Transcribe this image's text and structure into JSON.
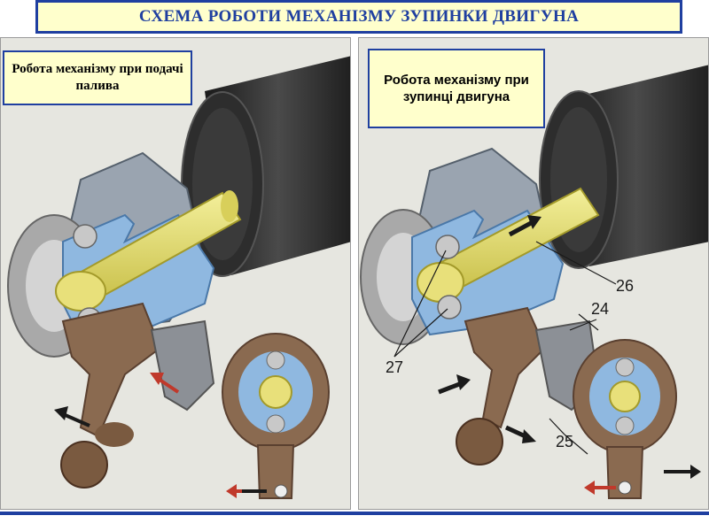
{
  "title": "СХЕМА РОБОТИ МЕХАНІЗМУ ЗУПИНКИ ДВИГУНА",
  "panels": {
    "left": {
      "caption": "Робота механізму при подачі палива"
    },
    "right": {
      "caption": "Робота механізму при зупинці двигуна",
      "labels": {
        "l26": "26",
        "l24": "24",
        "l25": "25",
        "l27": "27"
      }
    }
  },
  "colors": {
    "frame_blue": "#1f3fa0",
    "caption_bg": "#ffffcc",
    "shaft_yellow": "#e8e07a",
    "housing_blue": "#8fb8e0",
    "lever_brown": "#8a6a50",
    "drum_black": "#2a2a2a",
    "arrow_red": "#c0392b",
    "arrow_black": "#1a1a1a"
  }
}
